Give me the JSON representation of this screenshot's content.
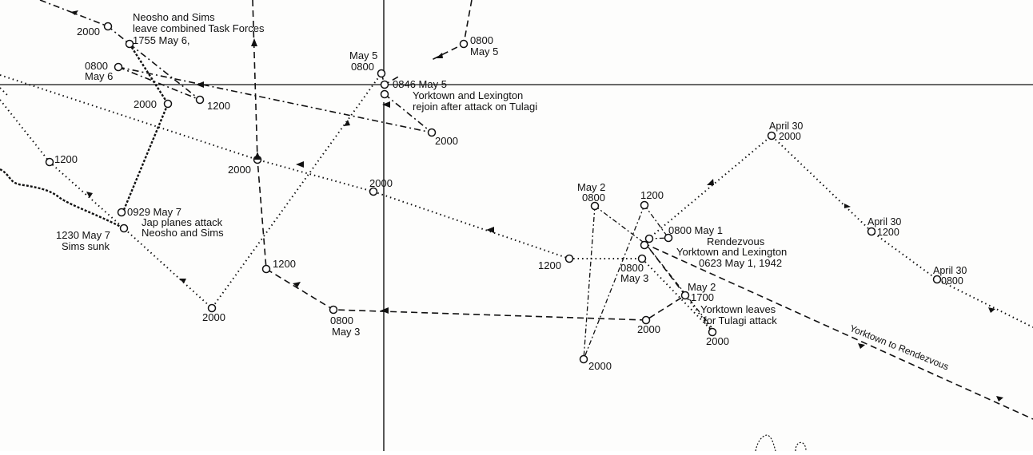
{
  "map": {
    "type": "naval-track-chart",
    "colors": {
      "ink": "#111111",
      "paper": "#fdfdfc"
    },
    "labels": {
      "neosho_leave_1": "Neosho and Sims",
      "neosho_leave_2": "leave combined Task Forces",
      "neosho_leave_3": "1755 May 6,",
      "t2000_top_left": "2000",
      "t0800_may6_time": "0800",
      "t0800_may6_date": "May 6",
      "t2000_mid_left": "2000",
      "t1200_top_left": "1200",
      "t1200_left": "1200",
      "attack_1": "0929 May 7",
      "attack_2": "Jap planes attack",
      "attack_3": "Neosho and Sims",
      "sunk_1": "1230 May 7",
      "sunk_2": "Sims sunk",
      "t2000_bottom_left": "2000",
      "t2000_mid": "2000",
      "t1200_mid": "1200",
      "t0800_may3_time": "0800",
      "t0800_may3_date": "May 3",
      "may5_date": "May 5",
      "may5_time": "0800",
      "rejoin_time": "0846  May 5",
      "rejoin_1": "Yorktown and Lexington",
      "rejoin_2": "rejoin after attack on Tulagi",
      "t2000_rejoin": "2000",
      "t0800_may5_r_time": "0800",
      "t0800_may5_r_date": "May 5",
      "t2000_center": "2000",
      "t1200_center": "1200",
      "may2_0800_date": "May 2",
      "may2_0800_time": "0800",
      "t1200_may2": "1200",
      "t0800_may1": "0800 May 1",
      "rendezvous_1": "Rendezvous",
      "rendezvous_2": "Yorktown and Lexington",
      "rendezvous_3": "0623 May 1, 1942",
      "t0800_may3_c_time": "0800",
      "t0800_may3_c_date": "May 3",
      "may2_1700_date": "May 2",
      "may2_1700_time": "1700",
      "tulagi_1": "Yorktown leaves",
      "tulagi_2": "for Tulagi attack",
      "t2000_c1": "2000",
      "t2000_c2": "2000",
      "t2000_c3": "2000",
      "apr30_2000_date": "April 30",
      "apr30_2000_time": "2000",
      "apr30_1200_date": "April 30",
      "apr30_1200_time": "1200",
      "apr30_0800_date": "April 30",
      "apr30_0800_time": "0800",
      "yorktown_route": "Yorktown to Rendezvous"
    }
  }
}
